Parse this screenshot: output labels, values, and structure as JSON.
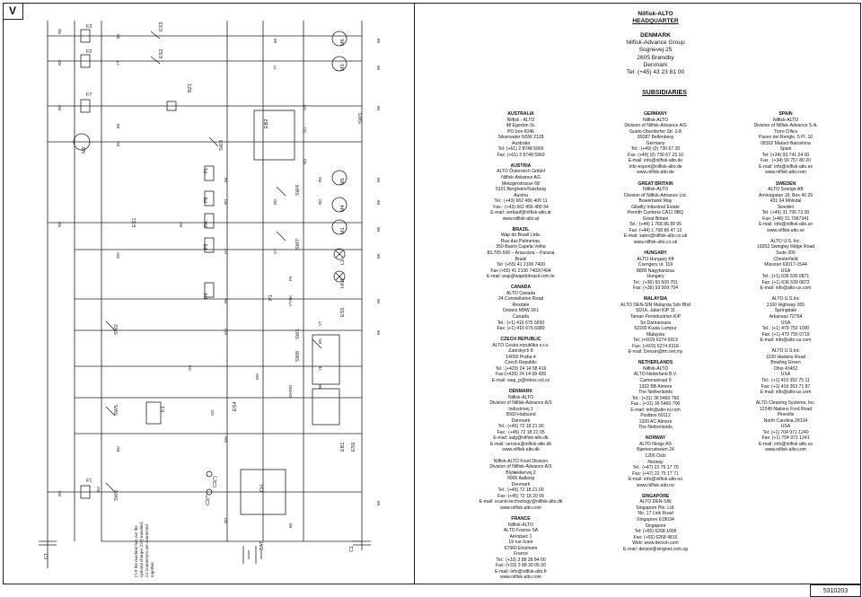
{
  "page_tab": "V",
  "doc_number": "5310203",
  "headquarter": {
    "lines": [
      "Nilfisk-ALTO",
      "HEADQUARTER",
      "",
      "DENMARK",
      "Nilfisk-Advance Group",
      "Sognevej 25",
      "2605 Brøndby",
      "Denmark",
      "Tel: (+45) 43 23 81 00"
    ]
  },
  "subsidiaries_title": "SUBSIDIARIES",
  "columns": [
    [
      [
        "AUSTRALIA",
        "Nilfisk - ALTO",
        "48 Egerton St.",
        "PO box 6046",
        "Silverwater NSW 2128",
        "Australia",
        "Tel: (+61) 2 8748 5966",
        "Fax: (+61) 2 8748 5960"
      ],
      [
        "AUSTRIA",
        "ALTO Österreich GmbH",
        "Nilfisk-Advance AG",
        "Metzgerstrasse 68",
        "5101 Bergheim/Salzburg",
        "Austria",
        "Tel.: (+43) 662 456 400 11",
        "Fax.: (+43) 662 456 400 34",
        "E-mail: verkauf@nilfisk-alto.at",
        "www.nilfisk-alto.at"
      ],
      [
        "BRAZIL",
        "Wap do Brasil Ltda.",
        "Rua das Palmeiras,",
        "350-Bairro Capela Velha",
        "83.705-500 – Araucária – Paraná",
        "Brasil",
        "Tel: (+55) 41 2106 7400",
        "Fax (+55) 41 2106 7403/7404",
        "E-mail: wap@wapdobrasil.com.br"
      ],
      [
        "CANADA",
        "ALTO Canada",
        "24 Constellation Road",
        "Rexdale",
        "Ontario M9W 1K1",
        "Canada",
        "Tel.: (+1) 416 675 5830",
        "Fax: (+1) 416 675 6989"
      ],
      [
        "CZECH REPUBLIC",
        "ALTO Ceská republika s.r.o.",
        "Zateckych 8",
        "14000 Praha 4",
        "Czech Republic",
        "Tel.: (+420) 24 14 08 419",
        "Fax:(+420) 24 14 08 439",
        "E-mail: wap_p@mbox.vol.cz"
      ],
      [
        "DENMARK",
        "Nilfisk-ALTO",
        "Division of Nilfisk-Advance A/S",
        "Industrivej 1",
        "9560 Hadsund",
        "Denmark",
        "Tel.: (+45) 72 18 21 00",
        "Fax.: (+45) 72 18 21 05",
        "E-mail: salg@nilfisk-alto.dk",
        "E-mail: service@nilfisk-alto.dk",
        "www.nilfisk-alto.dk"
      ],
      [
        "Nilfisk-ALTO Food Division",
        "Division of Nilfisk-Advance A/S",
        "Blytækkervej 2",
        "9000 Aalborg",
        "Denmark",
        "Tel.: (+45) 72 18 21 00",
        "Fax: (+45) 72 18 20 99",
        "E-mail: scanio.technology@nilfisk-alto.dk",
        "www.nilfisk-alto.com"
      ],
      [
        "FRANCE",
        "Nilfisk-ALTO",
        "ALTO France SA",
        "Aéroparc 1",
        "19 rue Icare",
        "67960 Entzheim",
        "France",
        "Tel.: (+33) 3 88 28 84 00",
        "Fax: (+33) 3 88 30 05 00",
        "E-mail: info@nilfisk-alto.fr",
        "www.nilfisk-alto.com"
      ]
    ],
    [
      [
        "GERMANY",
        "Nilfisk-ALTO",
        "Division of Nilfisk-Advance A/S",
        "Guido-Oberdorfer-Str. 2-8",
        "89287 Bellenberg",
        "Germany",
        "Tel.: (+49) (0) 730 67 20",
        "Fax: (+49) (0) 730 67 23 10",
        "E-mail: info@nilfisk-alto.de",
        "Info-export@nilfisk-alto.de",
        "www.nilfisk-alto.de"
      ],
      [
        "GREAT BRITAIN",
        "Nilfisk-ALTO",
        "Division of Nilfisk-Advance Ltd.",
        "Bowerbank Way",
        "Gilwilly Industrial Estate",
        "Penrith Cumbria CA11 9BQ",
        "Great Britain",
        "Tel.: (+44) 1 768 86 89 95",
        "Fax: (+44) 1 768 86 47 13",
        "E-mail: sales@nilfisk-alto.co.uk",
        "www.nilfisk-alto.co.uk"
      ],
      [
        "HUNGARY",
        "ALTO Hungary Kft",
        "Csengery ut. 119",
        "8800 Nagykanizsa",
        "Hungary",
        "Tel.: (+36) 93 509 701",
        "Fax: (+36) 93 509 704"
      ],
      [
        "MALAYSIA",
        "ALTO DEN-SIN Malaysia Sdn Bhd",
        "SD14, Jalan KIP 11",
        "Taman Perindustrian KIP",
        "Sri Damansara",
        "52200 Kuala Lumpur",
        "Malaysia",
        "Tel: (+603) 6274 6913",
        "Fax: (+603) 6274 6318",
        "E-mail: Densin@tm.net.my"
      ],
      [
        "NETHERLANDS",
        "Nilfisk-ALTO",
        "ALTO Nederland B.V.",
        "Camerastraat 9",
        "1322 BB Almere",
        "The Netherlands",
        "Tel.: (+31) 36 5460 760",
        "Fax.: (+31) 36 5460 700",
        "E-mail: info@alto-nl.com",
        "Postbox 60112",
        "1320 AC Almere",
        "The Netherlands"
      ],
      [
        "NORWAY",
        "ALTO Norge AS",
        "Bjørnerudveien 24",
        "1266 Oslo",
        "Norway",
        "Tel.: (+47) 22 75 17 70",
        "Fax: (+47) 22 75 17 71",
        "E-mail: info@nilfisk-alto.no",
        "www.nilfisk-alto.no"
      ],
      [
        "SINGAPORE",
        "ALTO DEN-SIN",
        "Singapore Pte. Ltd.",
        "No. 17 Link Road",
        "Singapore 619034",
        "Singapore",
        "Tel: (+65) 6268 1006",
        "Fax: (+65) 6268 4816",
        "Web: www.densin.com",
        "E-mail: densin@singnet.com.sg"
      ]
    ],
    [
      [
        "SPAIN",
        "Nilfisk-ALTO",
        "Division of Nilfisk-Advance S.A.",
        "Torre D'Ara",
        "Paseo del Rengle, 5 Pl. 10",
        "08302 Mataró Barcelona",
        "Spain",
        "Tel: (+34) 93 741 24 00",
        "Fax : (+34) 93 757 80 20",
        "E-mail: info@nilfisk-alto.es",
        "www.nilfisk-alto.com"
      ],
      [
        "SWEDEN",
        "ALTO Sverige AB",
        "Aminogatan 18, Box 40 29",
        "431 04 Mölndal",
        "Sweden",
        "Tel: (+46) 31 706 73 00",
        "Fax: (+46) 31 7067341",
        "E-mail: info@nilfisk-alto.se",
        "www.nilfisk-alto.se"
      ],
      [
        "ALTO U.S. Inc.",
        "16253 Swingley Ridge Road",
        "Suite 200",
        "Chesterfield",
        "Missouri 63017-1544",
        "USA",
        "Tel.: (+1) 636 530 0871",
        "Fax: (+1) 636 530 0872",
        "E-mail: info@alto-us.com"
      ],
      [
        "ALTO U.S.Inc",
        "2100 Highway 265",
        "Springdale",
        "Arkansas 72764",
        "USA",
        "Tel.: (+1) 479 750 1000",
        "Fax: (+1) 479 756 0719",
        "E-mail: info@alto-us.com"
      ],
      [
        "ALTO U.S.Inc",
        "1100 Haskins Road",
        "Bowling Green",
        "Ohio 43402",
        "USA",
        "Tel.: (+1) 419 352 75 11",
        "Fax: (+1) 419 353 71 87",
        "E-mail: info@alto-us.com"
      ],
      [
        "ALTO Cleaning Systems, Inc.",
        "12249 Nations Ford Road",
        "Pineville",
        "North Carolina 28134",
        "USA",
        "Tel: (+1) 704 971 1240",
        "Fax: (+1) 704 971 1241",
        "E-mail: info@nilfisk-alto.us",
        "www.nilfisk-alto.com"
      ]
    ]
  ],
  "schematic": {
    "wire_colors": [
      "RD",
      "BU",
      "BK",
      "YE",
      "WH",
      "OG",
      "GY",
      "PK",
      "VT",
      "BN",
      "GN"
    ],
    "components": [
      "F1",
      "F2",
      "F3",
      "F4",
      "F5",
      "F6",
      "FL",
      "FA",
      "F7",
      "M1",
      "M2",
      "M3",
      "M4",
      "M5",
      "M6",
      "K1",
      "ES1",
      "ES2",
      "ES3",
      "ES4",
      "ES5",
      "ES6",
      "EB1",
      "SW1",
      "SW2",
      "SW3",
      "SW4",
      "SW5",
      "SW6",
      "SW7",
      "SW8",
      "C1",
      "C2(*)",
      "CH",
      "BAT",
      "P1",
      "EB2",
      "BZ1",
      "L1",
      "HN1"
    ],
    "notes": [
      "(*) If the machine has not the",
      "optional charger (CH) installed,",
      "C2 connectors are connected",
      "together."
    ]
  }
}
